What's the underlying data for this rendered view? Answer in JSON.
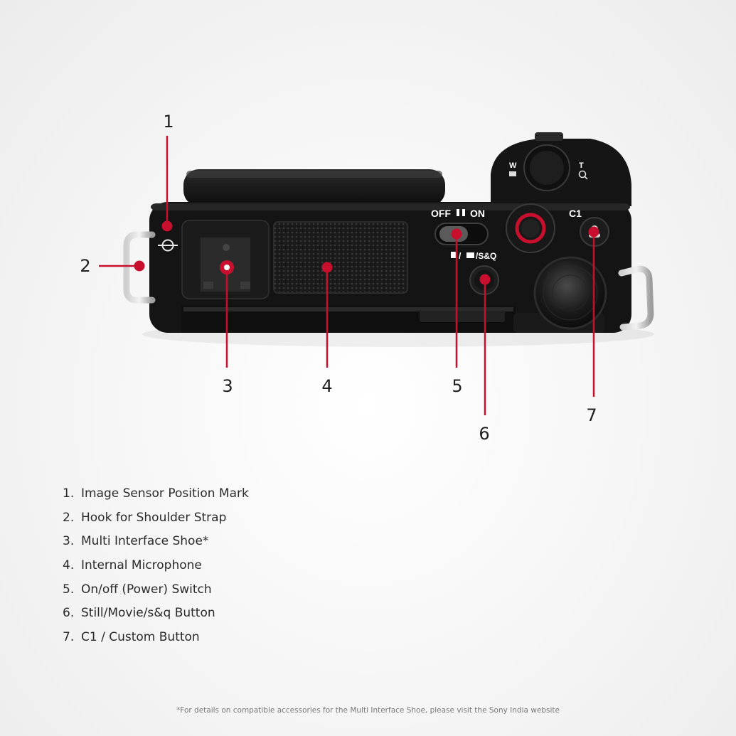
{
  "camera": {
    "switch_off_label": "OFF",
    "switch_on_label": "ON",
    "mode_label": "/S&Q",
    "zoom_w_label": "W",
    "zoom_t_label": "T",
    "c1_label": "C1"
  },
  "callouts": {
    "n1": "1",
    "n2": "2",
    "n3": "3",
    "n4": "4",
    "n5": "5",
    "n6": "6",
    "n7": "7"
  },
  "legend": [
    {
      "num": "1.",
      "text": "Image Sensor Position Mark"
    },
    {
      "num": "2.",
      "text": "Hook for Shoulder Strap"
    },
    {
      "num": "3.",
      "text": "Multi Interface Shoe*"
    },
    {
      "num": "4.",
      "text": "Internal Microphone"
    },
    {
      "num": "5.",
      "text": "On/off (Power) Switch"
    },
    {
      "num": "6.",
      "text": "Still/Movie/s&q Button"
    },
    {
      "num": "7.",
      "text": "C1 / Custom Button"
    }
  ],
  "footnote": "*For details on compatible accessories for the Multi Interface Shoe, please visit the Sony India website",
  "colors": {
    "callout_red": "#c8102e",
    "body_black": "#141414"
  }
}
